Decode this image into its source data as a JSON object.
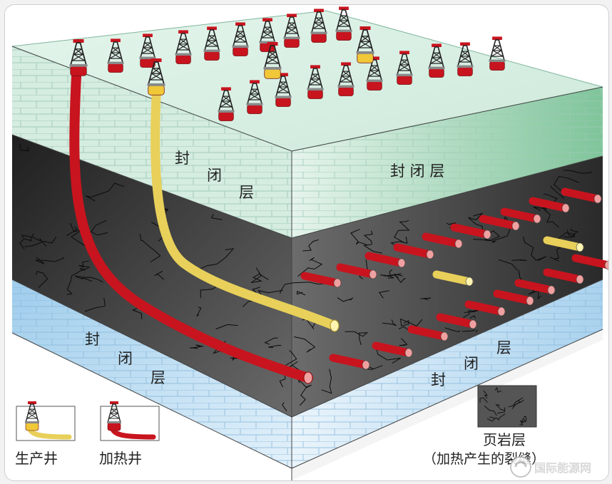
{
  "colors": {
    "top_face": "#d8efe4",
    "top_edge": "#9ccab5",
    "seal_layer_green": "#c8e8d6",
    "shale_dark": "#2f2f2f",
    "shale_mid": "#555555",
    "seal_layer_blue": "#b8d8ef",
    "production_well": "#e8d05a",
    "heating_well": "#c8141e"
  },
  "labels": {
    "seal_left_top": [
      "封",
      "闭",
      "层"
    ],
    "seal_right_top": "封 闭 层",
    "seal_left_bottom": [
      "封",
      "闭",
      "层"
    ],
    "seal_right_bottom": [
      "封",
      "闭",
      "层"
    ]
  },
  "legend": {
    "production_well": "生产井",
    "heating_well": "加热井",
    "shale_title": "页岩层",
    "shale_caption": "（加热产生的裂缝）"
  },
  "watermark": "国际能源网",
  "icons": {
    "derrick": "oil-derrick-icon",
    "watermark_logo": "energy-logo-icon"
  }
}
